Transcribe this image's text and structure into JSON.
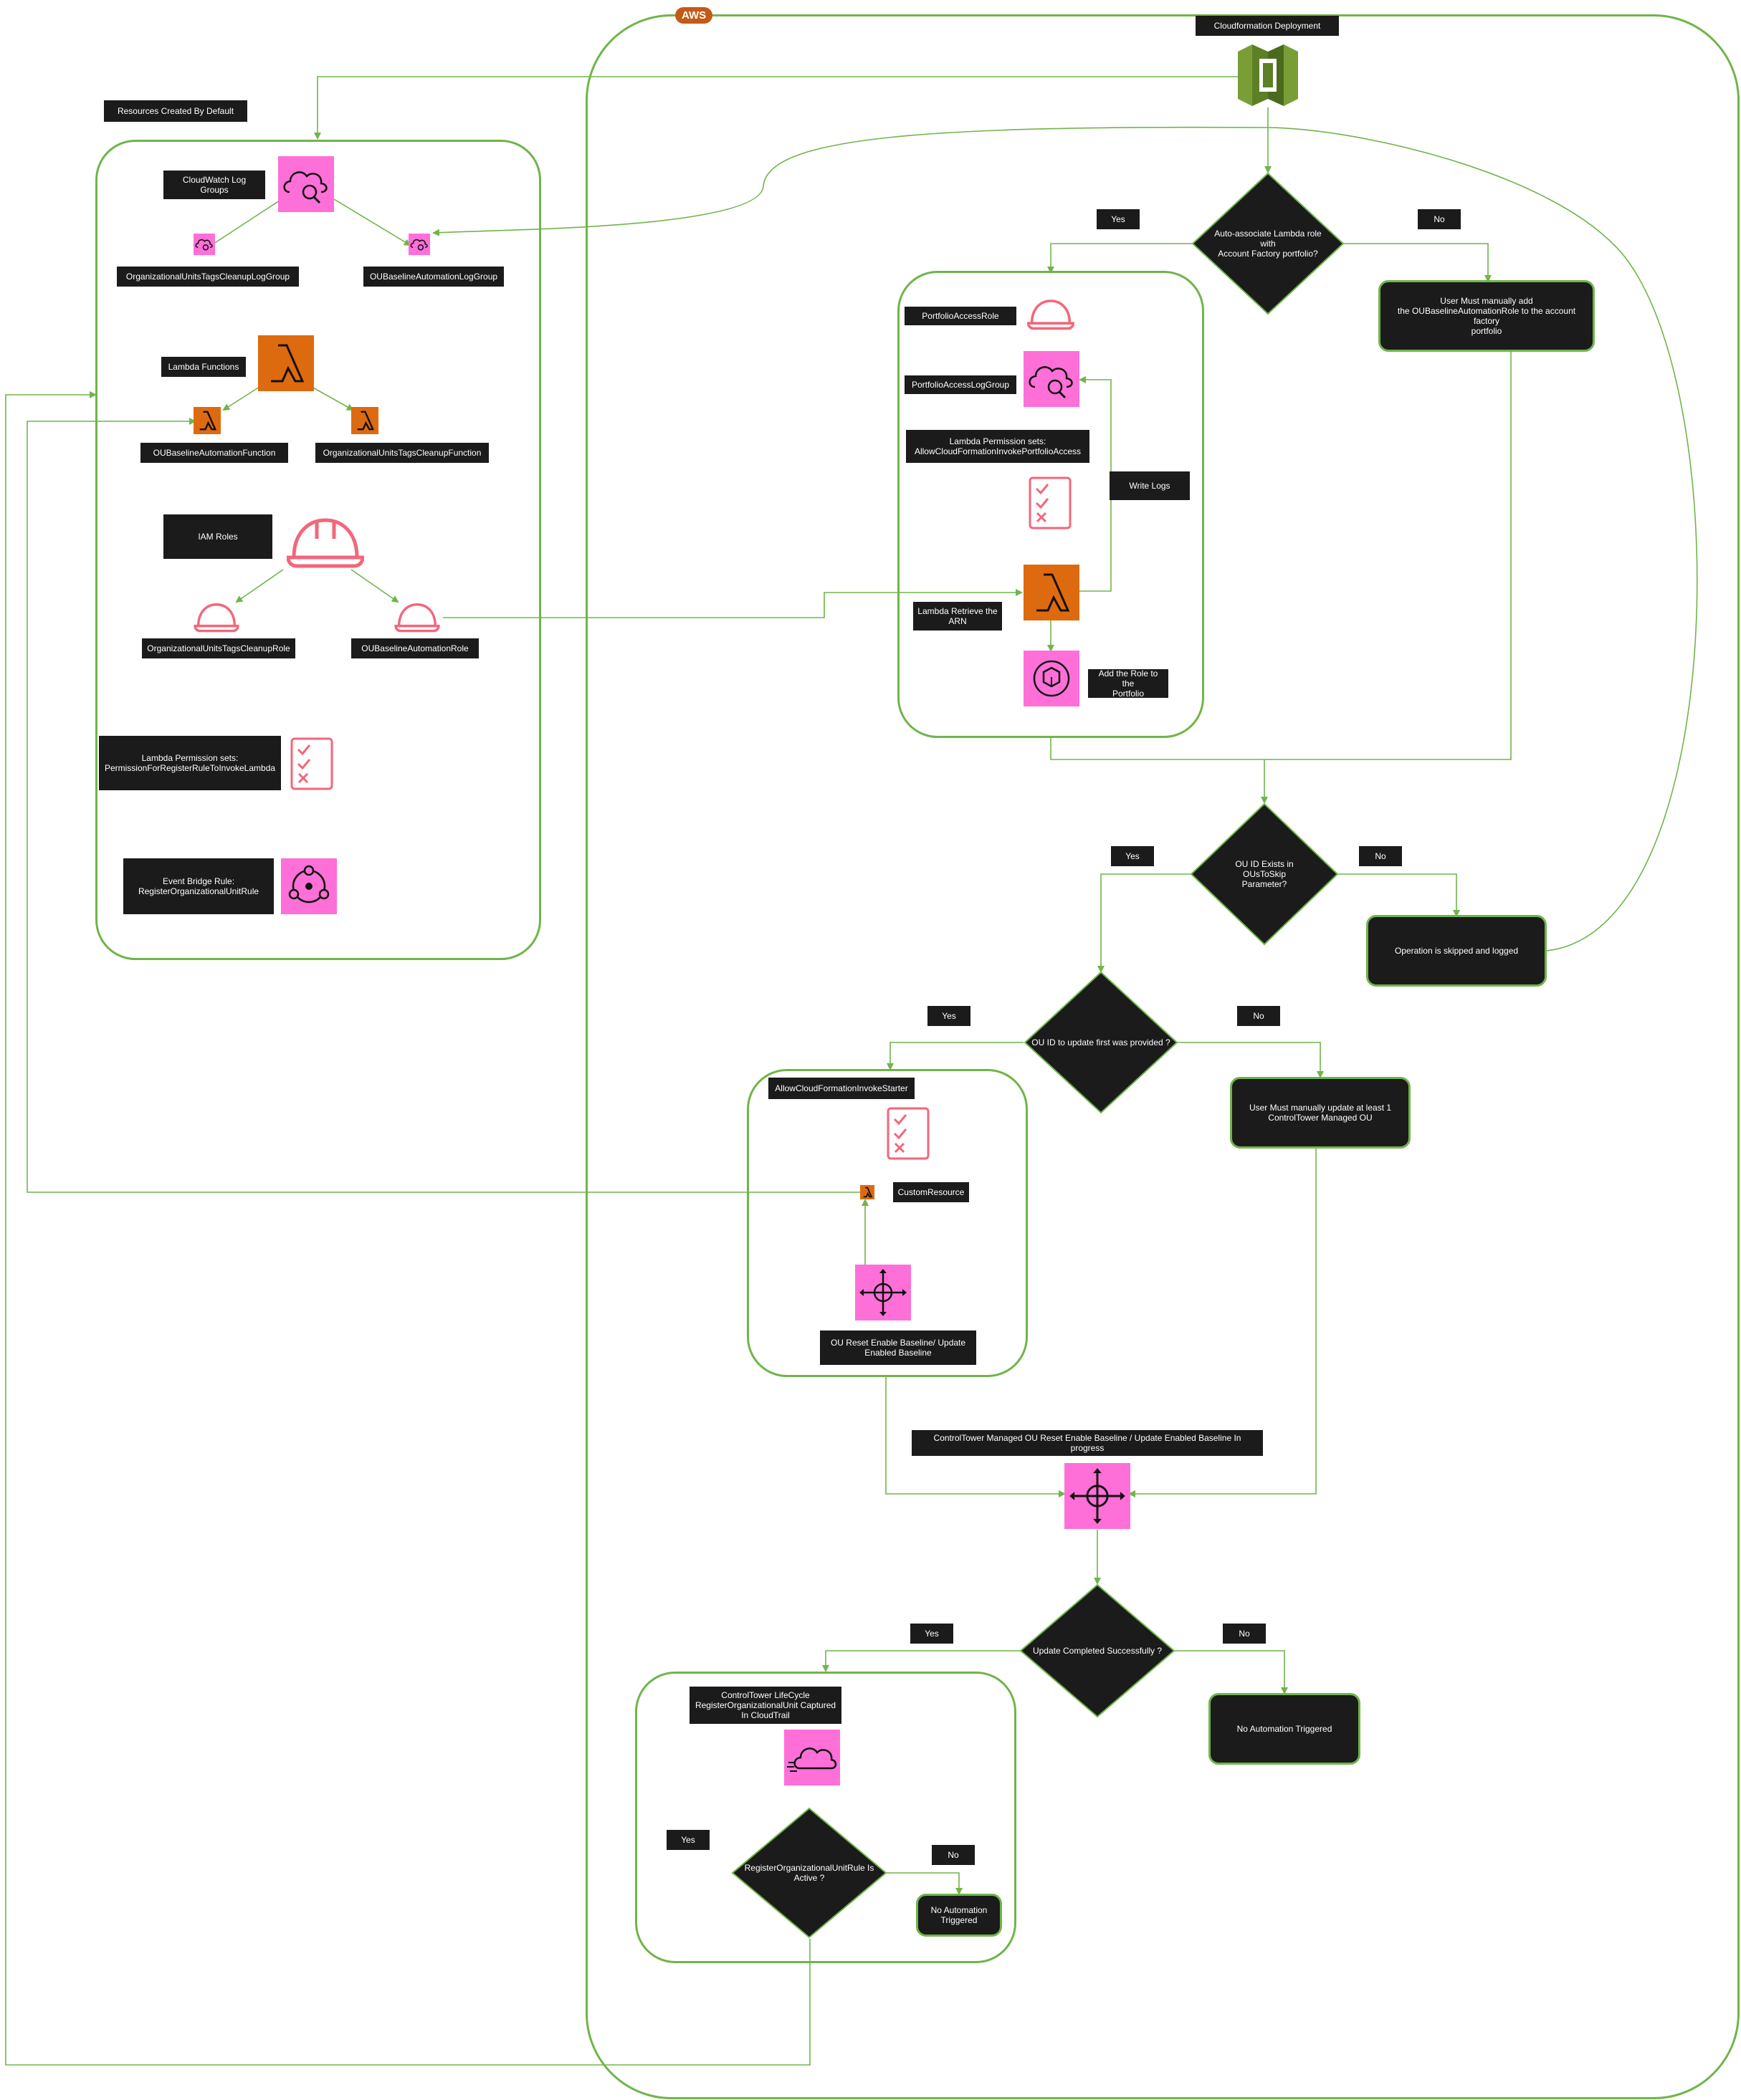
{
  "aws_badge": "AWS",
  "colors": {
    "frame": "#6fb54a",
    "label_bg": "#1b1b1b",
    "pink_icon": "#ff6fd8",
    "orange_icon": "#de6a10",
    "cfn_green": "#6b8e2e",
    "role_pink": "#f2677a"
  },
  "labels": {
    "cfn_deploy": "Cloudformation Deployment",
    "resources_default": "Resources Created By Default",
    "cw_log_groups": "CloudWatch Log Groups",
    "log_group_cleanup": "OrganizationalUnitsTagsCleanupLogGroup",
    "log_group_baseline": "OUBaselineAutomationLogGroup",
    "lambda_functions": "Lambda Functions",
    "fn_baseline": "OUBaselineAutomationFunction",
    "fn_cleanup": "OrganizationalUnitsTagsCleanupFunction",
    "iam_roles": "IAM Roles",
    "role_cleanup": "OrganizationalUnitsTagsCleanupRole",
    "role_baseline": "OUBaselineAutomationRole",
    "perm_register": "Lambda Permission sets:\nPermissionForRegisterRuleToInvokeLambda",
    "eventbridge_rule": "Event Bridge Rule:\nRegisterOrganizationalUnitRule",
    "yes1": "Yes",
    "no1": "No",
    "portfolio_role": "PortfolioAccessRole",
    "portfolio_log": "PortfolioAccessLogGroup",
    "perm_portfolio": "Lambda Permission sets:\nAllowCloudFormationInvokePortfolioAccess",
    "write_logs": "Write Logs",
    "retrieve_arn": "Lambda Retrieve the\nARN",
    "add_role": "Add the Role to the\nPortfolio",
    "manual_add": "User Must manually add\nthe OUBaselineAutomationRole to the account factory\nportfolio",
    "yes2": "Yes",
    "no2": "No",
    "skipped": "Operation is skipped and logged",
    "yes3": "Yes",
    "no3": "No",
    "allow_starter": "AllowCloudFormationInvokeStarter",
    "custom_resource": "CustomResource",
    "ou_reset": "OU Reset Enable Baseline/ Update\nEnabled Baseline",
    "manual_update": "User Must manually update at least 1\nControlTower Managed OU",
    "ct_progress": "ControlTower Managed OU Reset Enable Baseline / Update Enabled Baseline In progress",
    "yes4": "Yes",
    "no4": "No",
    "no_auto_1": "No Automation Triggered",
    "lifecycle": "ControlTower LifeCycle\nRegisterOrganizationalUnit Captured\nIn CloudTrail",
    "yes5": "Yes",
    "no5": "No",
    "no_auto_2": "No Automation\nTriggered"
  },
  "decisions": {
    "d1": "Auto-associate Lambda role with\nAccount Factory portfolio?",
    "d2": "OU ID Exists in OUsToSkip\nParameter?",
    "d3": "OU ID to update first was provided ?",
    "d4": "Update Completed Successfully ?",
    "d5": "RegisterOrganizationalUnitRule Is\nActive ?"
  },
  "icons": {
    "cfn": "cloudformation-icon",
    "cloudwatch": "cloudwatch-icon",
    "lambda": "lambda-icon",
    "iam_role": "iam-role-icon",
    "permissions": "checklist-icon",
    "eventbridge": "eventbridge-icon",
    "service_catalog": "service-catalog-icon",
    "control_tower": "control-tower-icon",
    "cloudtrail": "cloudtrail-icon"
  }
}
